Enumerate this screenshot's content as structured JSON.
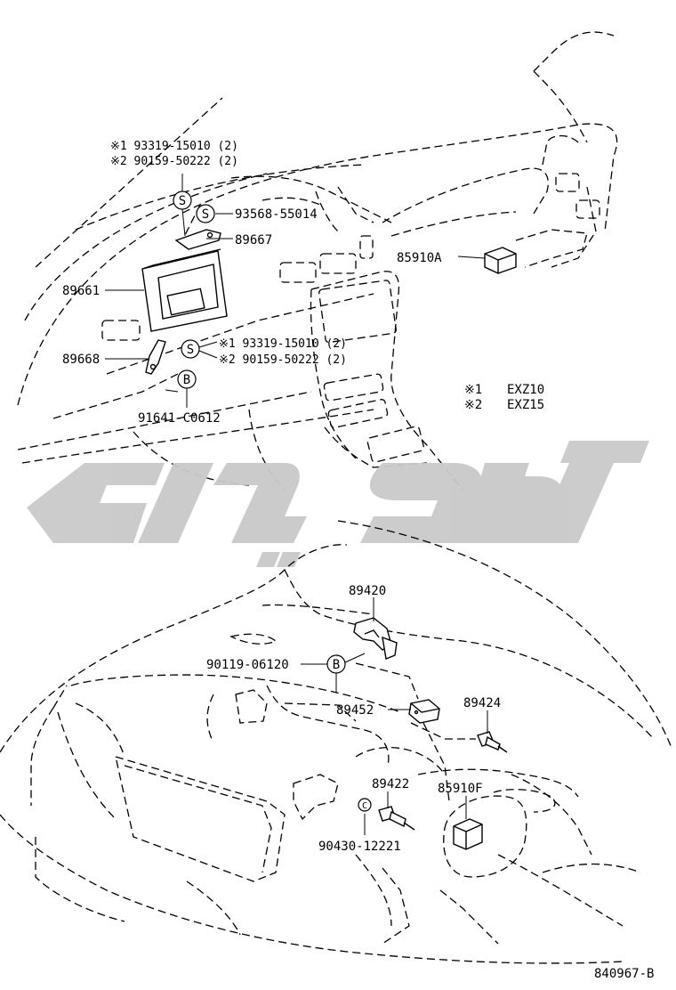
{
  "note_line1": "※1 93319-15010 (2)",
  "note_line2": "※2 90159-50222 (2)",
  "screw_symbol": "S",
  "bolt_symbol": "B",
  "part_93568": "93568-55014",
  "part_89667": "89667",
  "part_85910A": "85910A",
  "part_89661": "89661",
  "part_89668": "89668",
  "note2_line1": "※1 93319-15010 (2)",
  "note2_line2": "※2 90159-50222 (2)",
  "part_91641": "91641-C0612",
  "legend": {
    "row1_key": "※1",
    "row1_val": "EXZ10",
    "row2_key": "※2",
    "row2_val": "EXZ15"
  },
  "part_89420": "89420",
  "part_90119": "90119-06120",
  "part_89452": "89452",
  "part_89424": "89424",
  "part_89422": "89422",
  "part_85910F": "85910F",
  "clip_symbol": "C",
  "part_90430": "90430-12221",
  "diagram_id": "840967-B"
}
